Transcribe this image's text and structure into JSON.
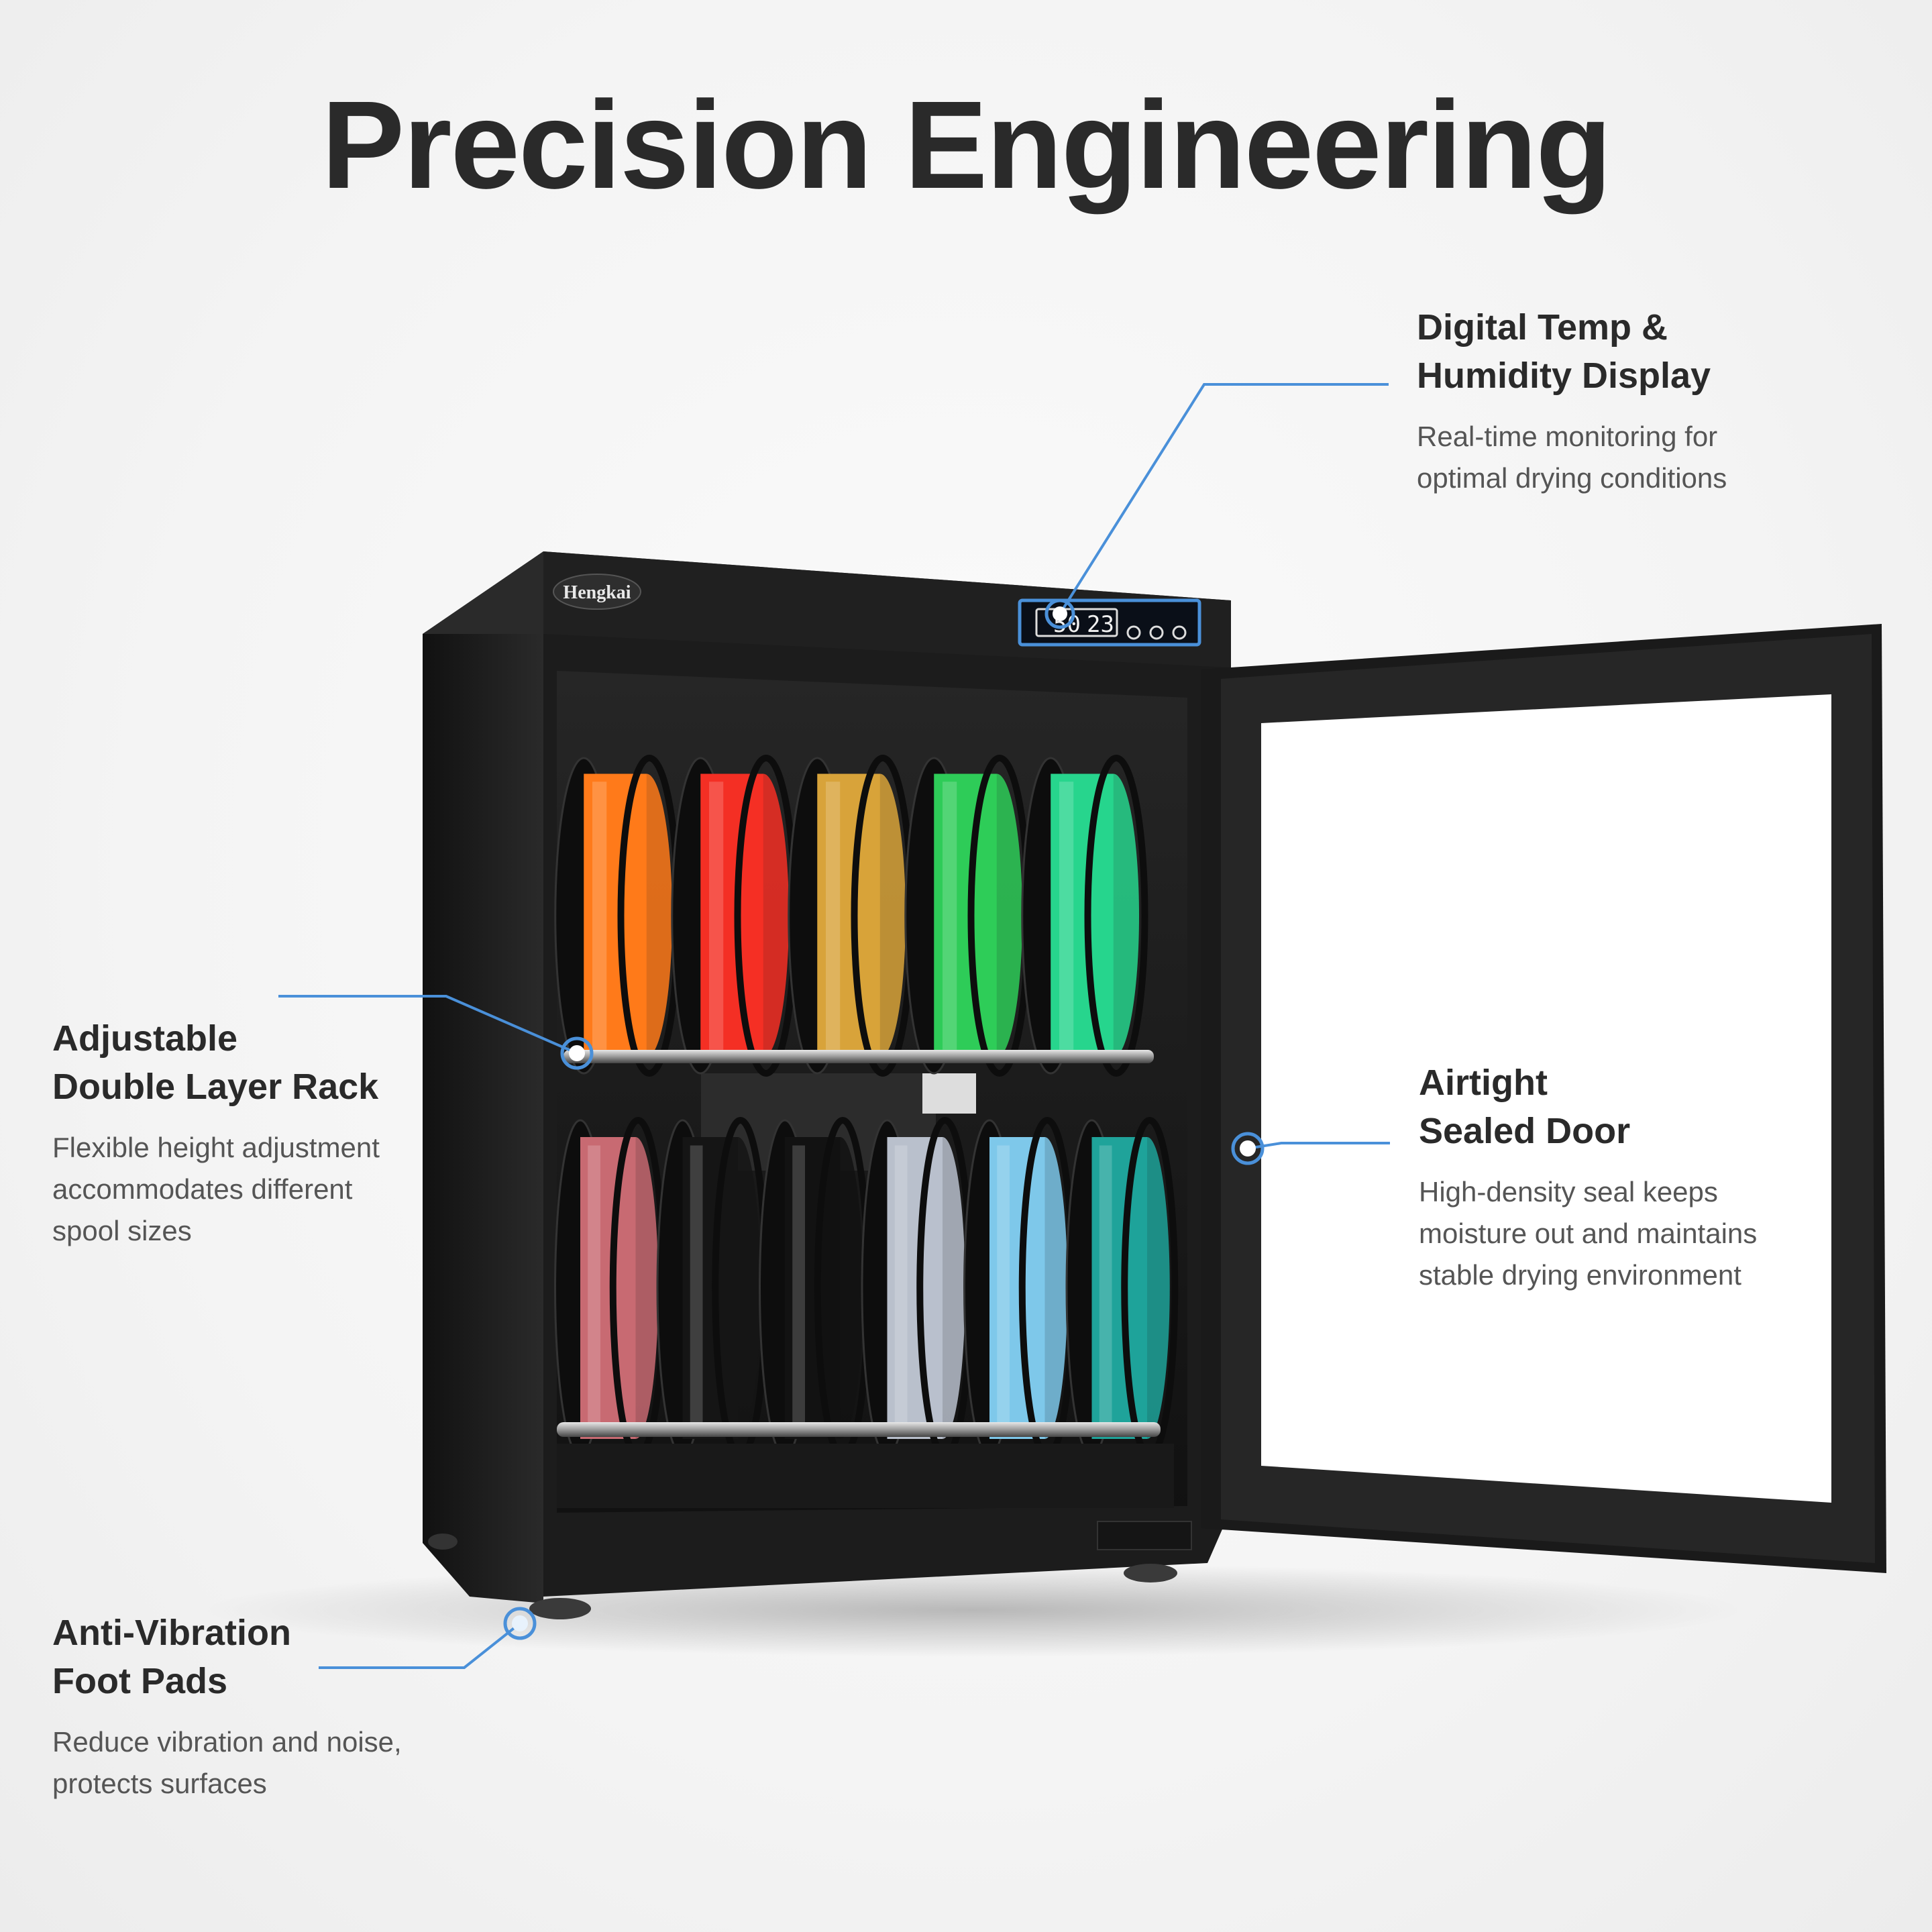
{
  "title": "Precision Engineering",
  "brand": "Hengkai",
  "display": {
    "humidity": "50",
    "temperature": "23"
  },
  "colors": {
    "accent": "#4a90d9",
    "cabinet": "#1c1c1c"
  },
  "callouts": {
    "display": {
      "heading": [
        "Digital Temp &",
        "Humidity Display"
      ],
      "body": [
        "Real-time monitoring for",
        "optimal drying conditions"
      ]
    },
    "rack": {
      "heading": [
        "Adjustable",
        "Double Layer Rack"
      ],
      "body": [
        "Flexible height adjustment",
        "accommodates different",
        "spool sizes"
      ]
    },
    "door": {
      "heading": [
        "Airtight",
        "Sealed Door"
      ],
      "body": [
        "High-density seal keeps",
        "moisture out and maintains",
        "stable drying environment"
      ]
    },
    "feet": {
      "heading": [
        "Anti-Vibration",
        "Foot Pads"
      ],
      "body": [
        "Reduce vibration and noise,",
        "protects surfaces"
      ]
    }
  },
  "spools": {
    "top": [
      {
        "color": "#ff7a1a"
      },
      {
        "color": "#f42f24"
      },
      {
        "color": "#d8a33a"
      },
      {
        "color": "#2ecc58"
      },
      {
        "color": "#27d58d"
      }
    ],
    "bottom": [
      {
        "color": "#c86a72"
      },
      {
        "color": "#151515"
      },
      {
        "color": "#121212"
      },
      {
        "color": "#b9c0cc"
      },
      {
        "color": "#7ec8ea"
      },
      {
        "color": "#1fa39a"
      }
    ]
  }
}
